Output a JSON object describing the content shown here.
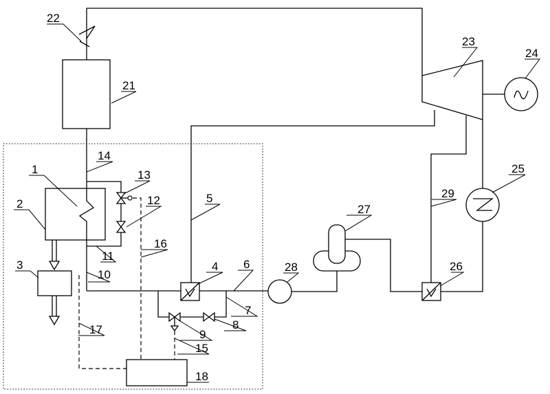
{
  "diagram": {
    "labels": {
      "l1": "1",
      "l2": "2",
      "l3": "3",
      "l4": "4",
      "l5": "5",
      "l6": "6",
      "l7": "7",
      "l8": "8",
      "l9": "9",
      "l10": "10",
      "l11": "11",
      "l12": "12",
      "l13": "13",
      "l14": "14",
      "l15": "15",
      "l16": "16",
      "l17": "17",
      "l18": "18",
      "l21": "21",
      "l22": "22",
      "l23": "23",
      "l24": "24",
      "l25": "25",
      "l26": "26",
      "l27": "27",
      "l28": "28",
      "l29": "29"
    }
  }
}
